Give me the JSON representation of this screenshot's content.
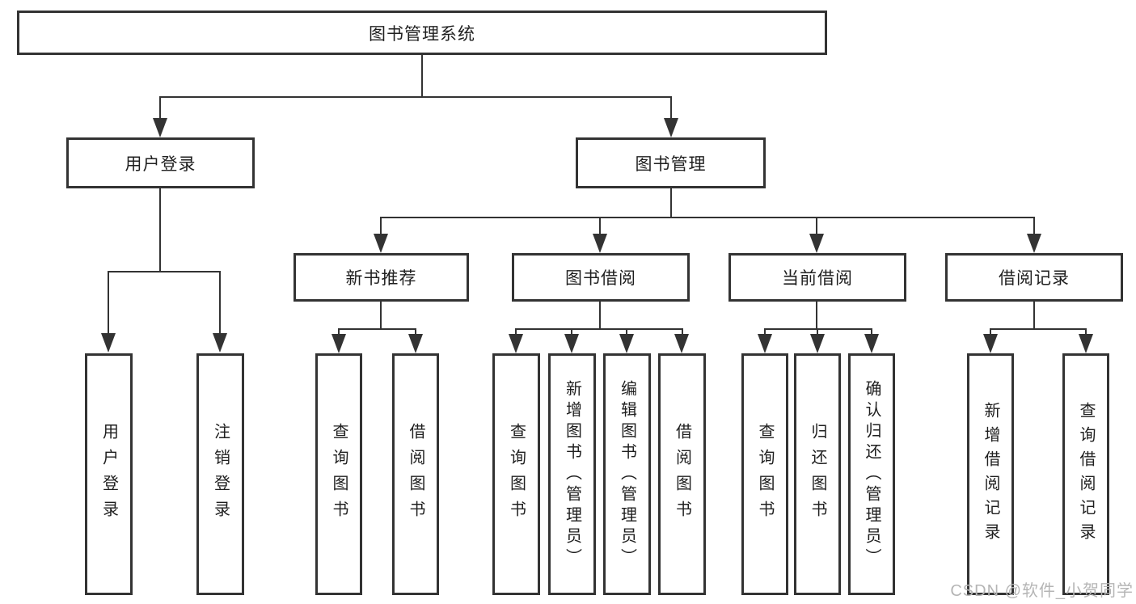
{
  "tree": {
    "label": "图书管理系统",
    "children": [
      {
        "label": "用户登录",
        "children": [
          {
            "label": "用户登录"
          },
          {
            "label": "注销登录"
          }
        ]
      },
      {
        "label": "图书管理",
        "children": [
          {
            "label": "新书推荐",
            "children": [
              {
                "label": "查询图书"
              },
              {
                "label": "借阅图书"
              }
            ]
          },
          {
            "label": "图书借阅",
            "children": [
              {
                "label": "查询图书"
              },
              {
                "label": "新增图书（管理员）"
              },
              {
                "label": "编辑图书（管理员）"
              },
              {
                "label": "借阅图书"
              }
            ]
          },
          {
            "label": "当前借阅",
            "children": [
              {
                "label": "查询图书"
              },
              {
                "label": "归还图书"
              },
              {
                "label": "确认归还（管理员）"
              }
            ]
          },
          {
            "label": "借阅记录",
            "children": [
              {
                "label": "新增借阅记录"
              },
              {
                "label": "查询借阅记录"
              }
            ]
          }
        ]
      }
    ]
  },
  "watermark": {
    "text": "CSDN @软件_小贺同学",
    "color": "#b5b5b5"
  },
  "colors": {
    "line": "#333333",
    "text": "#1f1f1f",
    "background": "#ffffff"
  }
}
